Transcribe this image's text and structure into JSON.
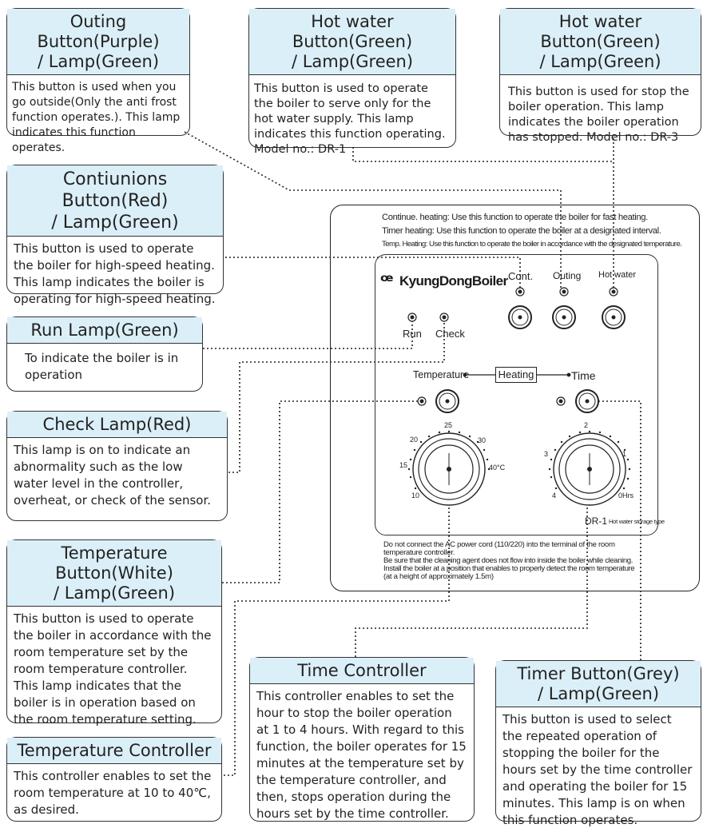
{
  "callouts": {
    "outing": {
      "title": "Outing  Button(Purple)\n/ Lamp(Green)",
      "body": "This button is used when you go outside(Only the anti frost function operates.). This lamp indicates this function operates."
    },
    "hotwater1": {
      "title": "Hot water Button(Green)\n/ Lamp(Green)",
      "body": "This button is used to operate the boiler to serve only for the hot water supply. This lamp indicates this function operating. Model no.: DR-1"
    },
    "hotwater3": {
      "title": "Hot water Button(Green)\n/ Lamp(Green)",
      "body": "This button is used for stop the boiler operation. This lamp indicates the boiler operation has stopped. Model no.: DR-3"
    },
    "continuous": {
      "title": "Contiunions Button(Red)\n/ Lamp(Green)",
      "body": "This button is used to operate the boiler for high-speed heating. This lamp indicates the boiler is operating for high-speed heating."
    },
    "run": {
      "title": "Run Lamp(Green)",
      "body": "To indicate the boiler is in operation"
    },
    "check": {
      "title": "Check Lamp(Red)",
      "body": "This lamp is on to indicate an abnormality such as the low water level in the controller, overheat, or check of the sensor."
    },
    "tempbutton": {
      "title": "Temperature Button(White)\n/ Lamp(Green)",
      "body": "This button is used to operate the boiler in accordance with the room temperature set by the room temperature controller. This lamp indicates that the boiler is in operation based on the room temperature setting."
    },
    "tempcontroller": {
      "title": "Temperature Controller",
      "body": "This controller enables to set the room temperature at 10 to 40℃, as desired."
    },
    "timecontroller": {
      "title": "Time Controller",
      "body": "This controller enables to set the hour to stop the boiler operation at 1 to 4 hours. With regard to this function, the boiler operates for 15 minutes at the temperature set by the temperature controller, and then, stops operation during the hours set by the time controller."
    },
    "timerbutton": {
      "title": "Timer Button(Grey)\n/ Lamp(Green)",
      "body": "This button is used to select the repeated operation of stopping the boiler for the hours set by the time controller and operating the boiler for 15 minutes. This lamp is on when this function operates."
    }
  },
  "panel": {
    "top_notes": [
      "Continue. heating: Use this function to operate the boiler for fast heating.",
      "Timer heating: Use this function to operate the boiler at a designated interval.",
      "Temp. Heating: Use this function to operate the boiler in accordance with the designated temperature."
    ],
    "brand": "KyungDongBoiler",
    "buttons": [
      "Cont.",
      "Outing",
      "Hot water"
    ],
    "lamps": [
      "Run",
      "Check"
    ],
    "heating_label": "Heating",
    "temperature_label": "Temperature",
    "time_label": "Time",
    "temp_scale": [
      "10",
      "15",
      "20",
      "25",
      "30",
      "40°C"
    ],
    "temp_knob_mark": "0",
    "time_scale": [
      "4",
      "3",
      "2",
      "1",
      "0Hrs"
    ],
    "time_knob_mark": "0",
    "model": "DR-1",
    "model_note": "Hot water storage type",
    "bottom_notes": [
      "Do not connect the AC power cord (110/220) into the terminal of the room",
      "temperature controller.",
      "Be sure that the cleaning agent does not flow into inside the boiler while cleaning.",
      "Install the boiler at a position that enables to properly detect the room temperature",
      "(at a height of approximately 1.5m)"
    ]
  },
  "colors": {
    "title_band": "#dbeff8",
    "line": "#222222"
  }
}
